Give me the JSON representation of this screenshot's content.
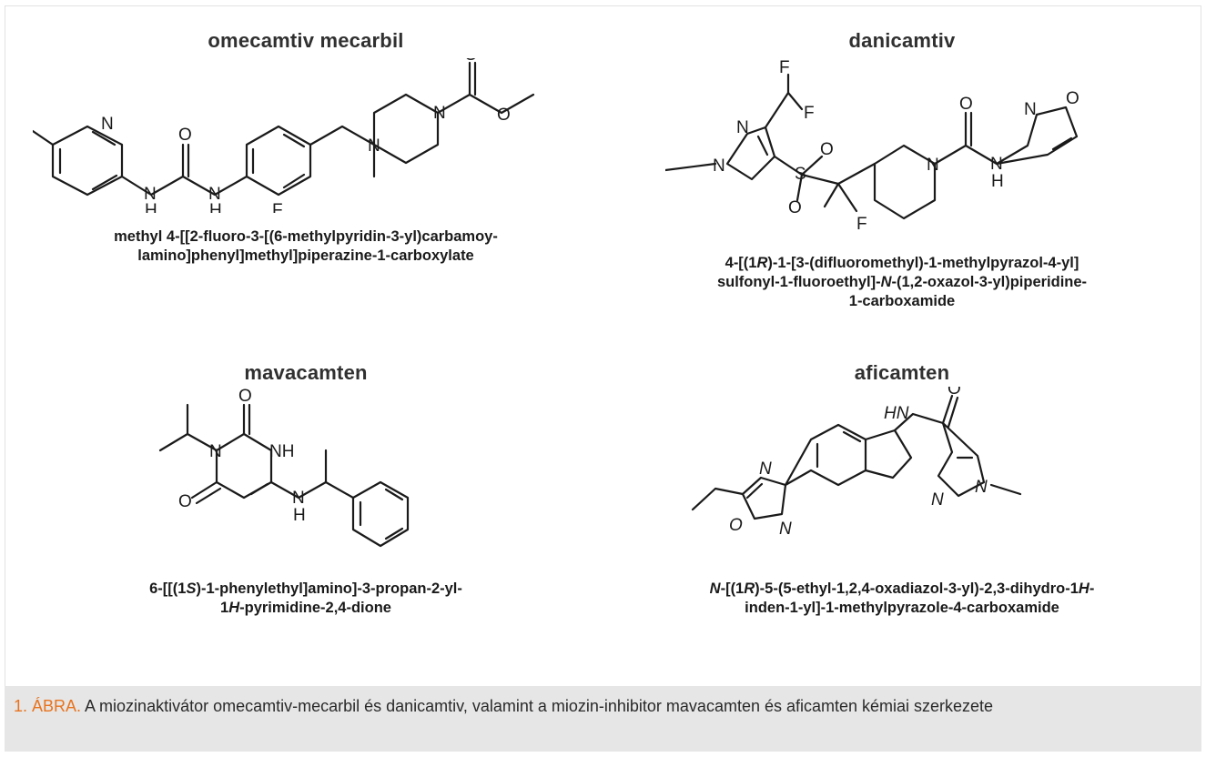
{
  "panels": {
    "omecamtiv": {
      "title": "omecamtiv mecarbil",
      "iupac_line1": "methyl 4-[[2-fluoro-3-[(6-methylpyridin-3-yl)carbamoy-",
      "iupac_line2": "lamino]phenyl]methyl]piperazine-1-carboxylate"
    },
    "danicamtiv": {
      "title": "danicamtiv",
      "iupac_line1_a": "4-[(1",
      "iupac_line1_b": "R",
      "iupac_line1_c": ")-1-[3-(difluoromethyl)-1-methylpyrazol-4-yl]",
      "iupac_line2_a": "sulfonyl-1-fluoroethyl]-",
      "iupac_line2_b": "N",
      "iupac_line2_c": "-(1,2-oxazol-3-yl)piperidine-",
      "iupac_line3": "1-carboxamide"
    },
    "mavacamten": {
      "title": "mavacamten",
      "iupac_line1_a": "6-[[(1",
      "iupac_line1_b": "S",
      "iupac_line1_c": ")-1-phenylethyl]amino]-3-propan-2-yl-",
      "iupac_line2_a": "1",
      "iupac_line2_b": "H",
      "iupac_line2_c": "-pyrimidine-2,4-dione"
    },
    "aficamten": {
      "title": "aficamten",
      "iupac_line1_a": "N",
      "iupac_line1_b": "-[(1",
      "iupac_line1_c": "R",
      "iupac_line1_d": ")-5-(5-ethyl-1,2,4-oxadiazol-3-yl)-2,3-dihydro-1",
      "iupac_line1_e": "H",
      "iupac_line1_f": "-",
      "iupac_line2": "inden-1-yl]-1-methylpyrazole-4-carboxamide"
    }
  },
  "atoms": {
    "N": "N",
    "H": "H",
    "O": "O",
    "F": "F",
    "S": "S",
    "NH": "NH",
    "HN": "HN"
  },
  "caption": {
    "label": "1. ÁBRA.",
    "text": " A miozinaktivátor omecamtiv-mecarbil és danicamtiv, valamint a miozin-inhibitor mavacamten és aficamten kémiai szerkezete"
  }
}
